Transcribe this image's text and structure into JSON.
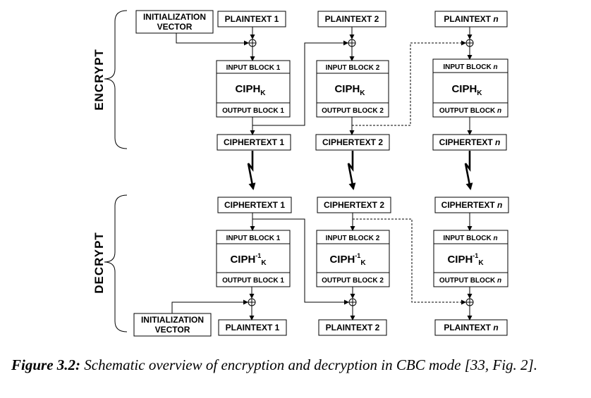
{
  "encrypt": {
    "side_label": "ENCRYPT",
    "iv_lines": [
      "INITIALIZATION",
      "VECTOR"
    ],
    "columns": [
      {
        "plaintext": "PLAINTEXT 1",
        "input_block": "INPUT BLOCK 1",
        "output_block": "OUTPUT BLOCK 1",
        "cipher": "CIPH",
        "cipher_sub": "K",
        "ciphertext": "CIPHERTEXT 1"
      },
      {
        "plaintext": "PLAINTEXT 2",
        "input_block": "INPUT BLOCK 2",
        "output_block": "OUTPUT BLOCK 2",
        "cipher": "CIPH",
        "cipher_sub": "K",
        "ciphertext": "CIPHERTEXT 2"
      },
      {
        "plaintext": "PLAINTEXT ",
        "plaintext_n": "n",
        "input_block": "INPUT BLOCK ",
        "input_block_n": "n",
        "output_block": "OUTPUT BLOCK ",
        "output_block_n": "n",
        "cipher": "CIPH",
        "cipher_sub": "K",
        "ciphertext": "CIPHERTEXT ",
        "ciphertext_n": "n"
      }
    ]
  },
  "decrypt": {
    "side_label": "DECRYPT",
    "iv_lines": [
      "INITIALIZATION",
      "VECTOR"
    ],
    "columns": [
      {
        "ciphertext": "CIPHERTEXT 1",
        "input_block": "INPUT BLOCK 1",
        "output_block": "OUTPUT BLOCK 1",
        "cipher": "CIPH",
        "cipher_sup": "-1",
        "cipher_sub": "K",
        "plaintext": "PLAINTEXT 1"
      },
      {
        "ciphertext": "CIPHERTEXT 2",
        "input_block": "INPUT BLOCK 2",
        "output_block": "OUTPUT BLOCK 2",
        "cipher": "CIPH",
        "cipher_sup": "-1",
        "cipher_sub": "K",
        "plaintext": "PLAINTEXT 2"
      },
      {
        "ciphertext": "CIPHERTEXT ",
        "ciphertext_n": "n",
        "input_block": "INPUT BLOCK ",
        "input_block_n": "n",
        "output_block": "OUTPUT BLOCK ",
        "output_block_n": "n",
        "cipher": "CIPH",
        "cipher_sup": "-1",
        "cipher_sub": "K",
        "plaintext": "PLAINTEXT ",
        "plaintext_n": "n"
      }
    ]
  },
  "caption": {
    "figure_label": "Figure 3.2:",
    "text": " Schematic overview of encryption and decryption in CBC mode [33, Fig. 2]."
  }
}
